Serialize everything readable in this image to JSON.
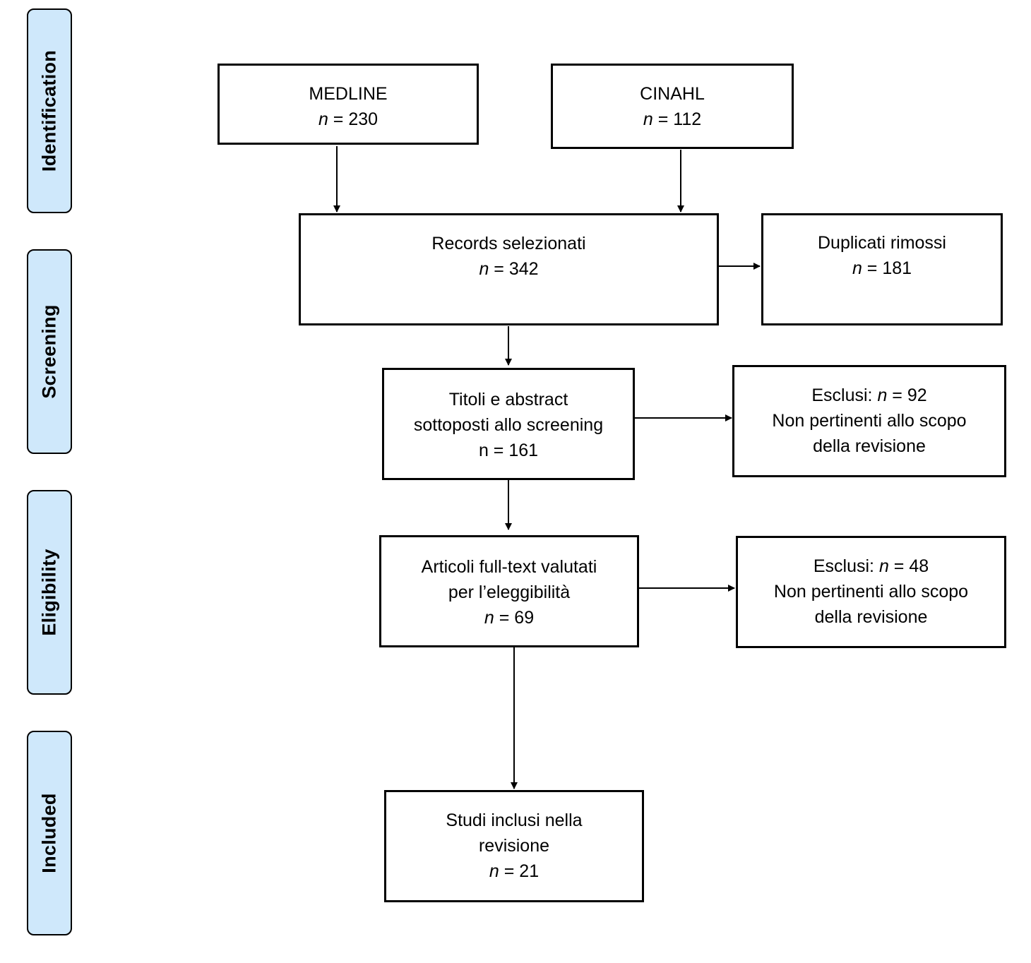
{
  "colors": {
    "phase_fill": "#cfe8fb",
    "stroke": "#000000",
    "box_fill": "#ffffff"
  },
  "phases": [
    {
      "id": "identification",
      "label": "Identification"
    },
    {
      "id": "screening",
      "label": "Screening"
    },
    {
      "id": "eligibility",
      "label": "Eligibility"
    },
    {
      "id": "included",
      "label": "Included"
    }
  ],
  "boxes": {
    "medline": {
      "title": "MEDLINE",
      "n_prefix": "n",
      "n_value": "= 230"
    },
    "cinahl": {
      "title": "CINAHL",
      "n_prefix": "n",
      "n_value": "= 112"
    },
    "records": {
      "title": "Records selezionati",
      "n_prefix": "n",
      "n_value": "= 342"
    },
    "duplicates": {
      "title": "Duplicati rimossi",
      "n_prefix": "n",
      "n_value": "= 181"
    },
    "titles": {
      "line1": "Titoli e abstract",
      "line2": "sottoposti allo screening",
      "n_text": "n = 161"
    },
    "excluded_screening": {
      "label_prefix": "Esclusi:",
      "n_prefix": "n",
      "n_value": "= 92",
      "line2": "Non pertinenti allo scopo",
      "line3": "della revisione"
    },
    "fulltext": {
      "line1": "Articoli full-text valutati",
      "line2": "per l’eleggibilità",
      "n_prefix": "n",
      "n_value": "= 69"
    },
    "excluded_eligibility": {
      "label_prefix": "Esclusi:",
      "n_prefix": "n",
      "n_value": "= 48",
      "line2": "Non pertinenti allo scopo",
      "line3": "della revisione"
    },
    "included": {
      "line1": "Studi inclusi nella",
      "line2": "revisione",
      "n_prefix": "n",
      "n_value": "= 21"
    }
  }
}
